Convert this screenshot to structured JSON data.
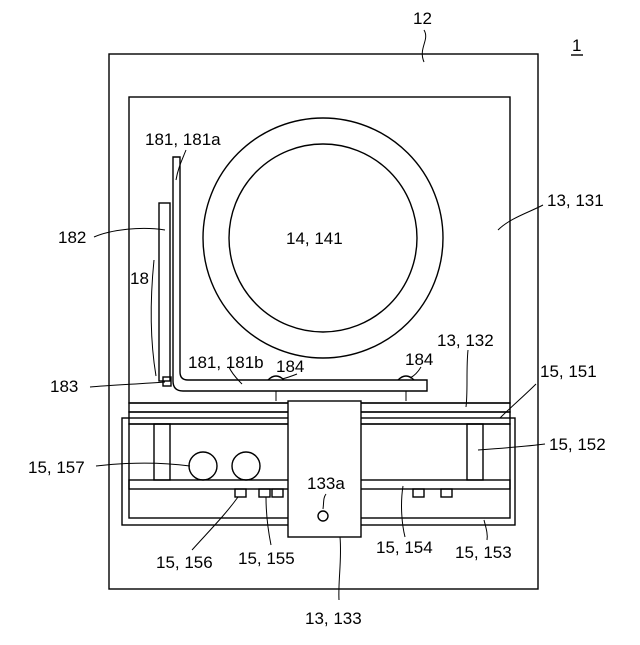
{
  "figure": {
    "ref_number": "1",
    "labels": {
      "outer_frame": "12",
      "tray_body": "13, 131",
      "wheel": "14, 141",
      "plate_132": "13, 132",
      "rail_151": "15, 151",
      "post_152": "15, 152",
      "base_153": "15, 153",
      "bar_154": "15, 154",
      "pad_155": "15, 155",
      "pad_156": "15, 156",
      "rollers_157": "15, 157",
      "column_133": "13, 133",
      "hole_133a": "133a",
      "arm_181": "181, 181a",
      "arm_181b": "181, 181b",
      "plate_182": "182",
      "bracket_18": "18",
      "corner_183": "183",
      "fastener_a": "184",
      "fastener_b": "184"
    }
  }
}
